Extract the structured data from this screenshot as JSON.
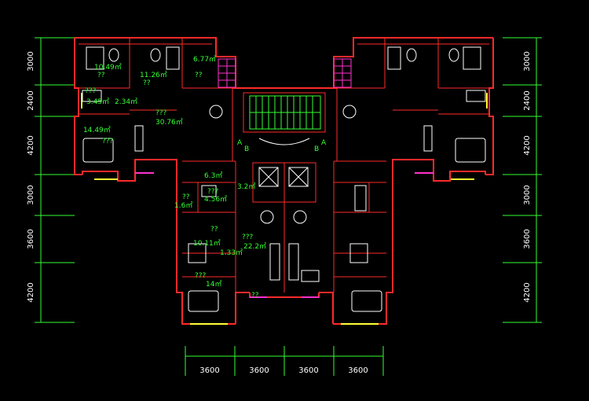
{
  "dimensions": {
    "left": [
      "3000",
      "2400",
      "4200",
      "3000",
      "3600",
      "4200"
    ],
    "right": [
      "3000",
      "2400",
      "4200",
      "3000",
      "3600",
      "4200"
    ],
    "bottom": [
      "3600",
      "3600",
      "3600",
      "3600"
    ]
  },
  "areas": {
    "a1": "10.49㎡",
    "a2": "11.26㎡",
    "a3": "6.77㎡",
    "a4": "3.45㎡",
    "a5": "2.34㎡",
    "a6": "14.49㎡",
    "a7": "30.76㎡",
    "a8": "6.3㎡",
    "a9": "3.2㎡",
    "a10": "1.6㎡",
    "a11": "4.56㎡",
    "a12": "10.11㎡",
    "a13": "1.33㎡",
    "a14": "22.2㎡",
    "a15": "14㎡"
  },
  "labels": {
    "q2": "??",
    "q3": "???",
    "axis_a": "A",
    "axis_b": "B"
  },
  "colors": {
    "background": "#000000",
    "walls": "#ff2a2a",
    "text_dim": "#ffffff",
    "text_area": "#33ff33",
    "accent_pink": "#ff33cc",
    "accent_yellow": "#ffff33"
  }
}
